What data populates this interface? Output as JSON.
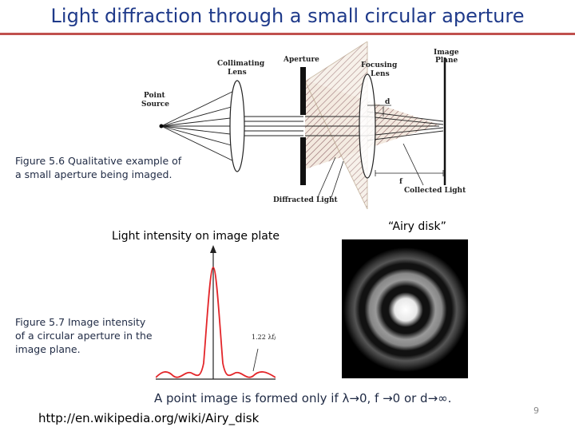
{
  "slide": {
    "title": "Light diffraction through a small circular aperture",
    "page_number": "9",
    "accent_color": "#c0504d",
    "title_color": "#1f3a8a"
  },
  "diagram": {
    "labels": {
      "collimating_lens": [
        "Collimating",
        "Lens"
      ],
      "aperture": "Aperture",
      "image_plane": [
        "Image",
        "Plane"
      ],
      "focusing_lens": [
        "Focusing",
        "Lens"
      ],
      "point_source": [
        "Point",
        "Source"
      ],
      "d": "d",
      "f": "f",
      "collected_light": "Collected Light",
      "diffracted_light": "Diffracted Light"
    },
    "caption": [
      "Figure 5.6 Qualitative example of",
      "a small aperture being imaged."
    ]
  },
  "intensity_plot": {
    "title": "Light intensity on image plate",
    "annotation": "1.22 λf/d",
    "caption": [
      "Figure 5.7 Image intensity",
      "of a circular aperture in the",
      "image plane."
    ]
  },
  "airy": {
    "label": "“Airy disk”"
  },
  "footer": {
    "formula": "A point image is formed only if λ→0, f →0 or d→∞.",
    "url": "http://en.wikipedia.org/wiki/Airy_disk"
  }
}
